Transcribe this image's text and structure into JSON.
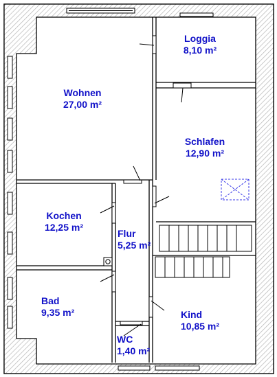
{
  "plan": {
    "colors": {
      "wall_hatch": "#b5b5b5",
      "wall_line": "#000000",
      "label": "#1010c8",
      "skylight": "#3a3ae8",
      "background": "#ffffff"
    },
    "rooms": [
      {
        "id": "wohnen",
        "name": "Wohnen",
        "area": "27,00 m²"
      },
      {
        "id": "loggia",
        "name": "Loggia",
        "area": "8,10 m²"
      },
      {
        "id": "schlafen",
        "name": "Schlafen",
        "area": "12,90 m²"
      },
      {
        "id": "kochen",
        "name": "Kochen",
        "area": "12,25 m²"
      },
      {
        "id": "flur",
        "name": "Flur",
        "area": "5,25 m²"
      },
      {
        "id": "bad",
        "name": "Bad",
        "area": "9,35 m²"
      },
      {
        "id": "kind",
        "name": "Kind",
        "area": "10,85 m²"
      },
      {
        "id": "wc",
        "name": "WC",
        "area": "1,40 m²"
      }
    ]
  }
}
